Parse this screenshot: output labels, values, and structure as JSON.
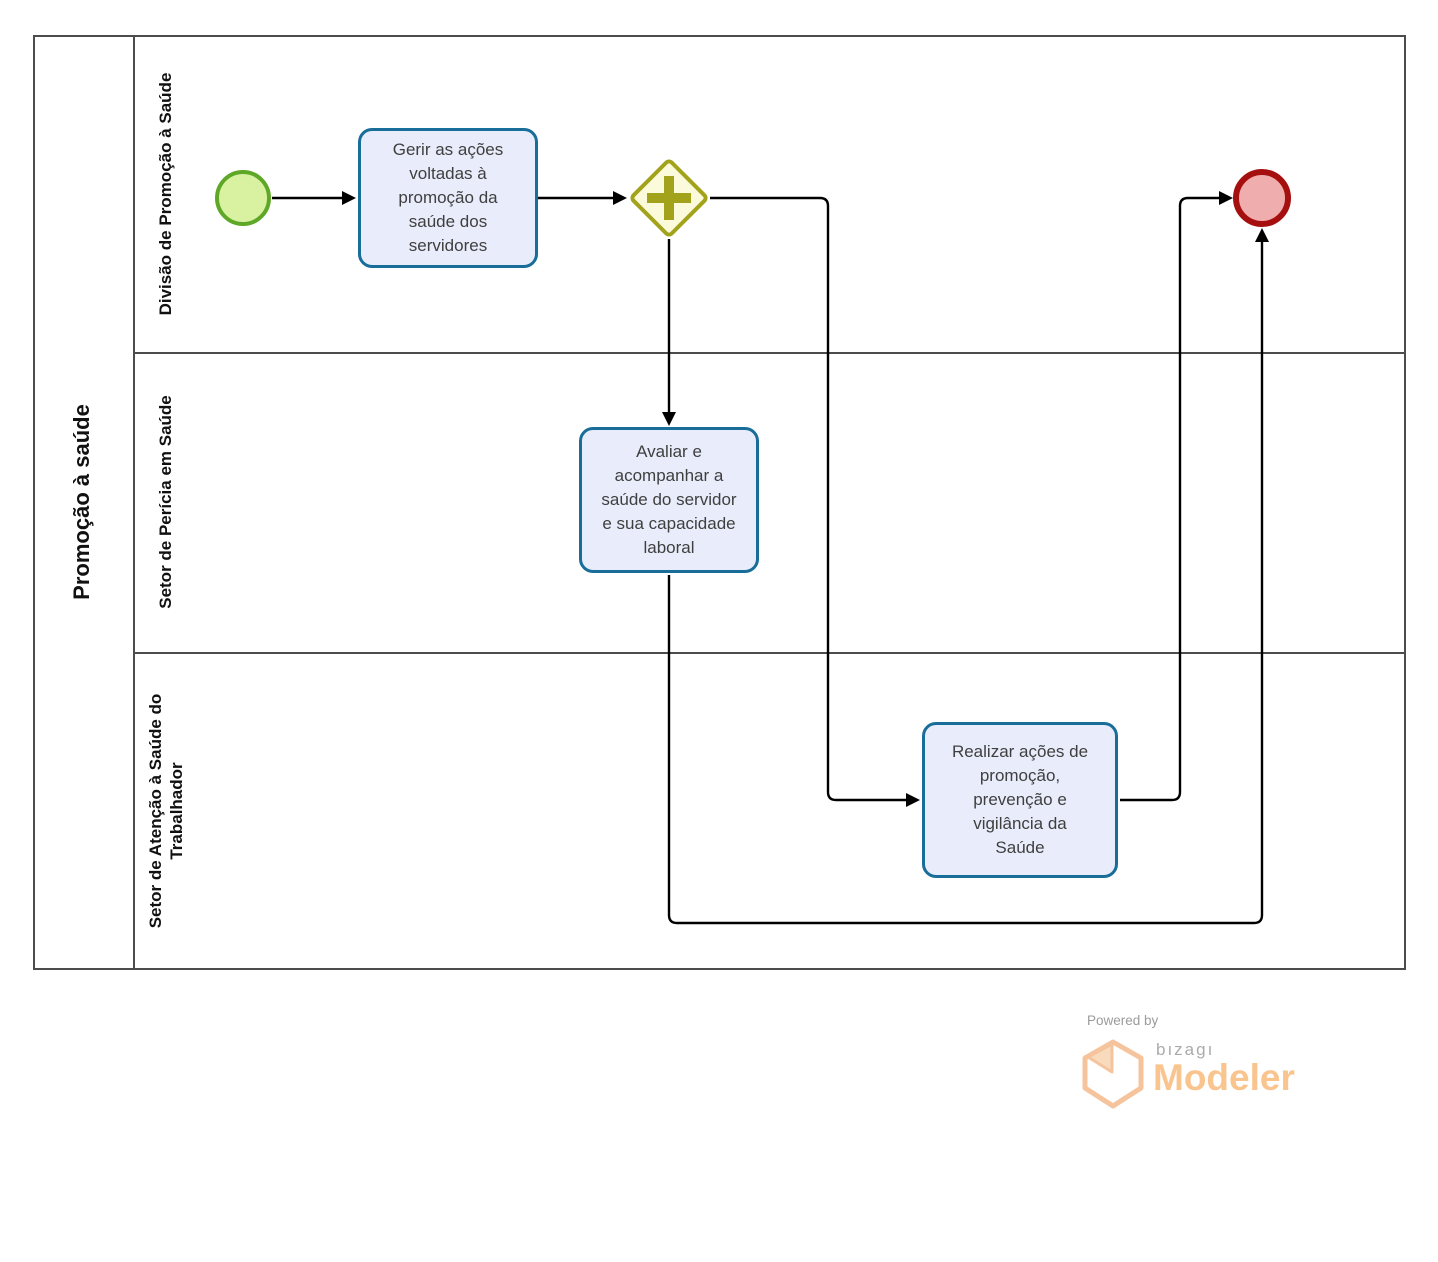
{
  "pool": {
    "title": "Promoção à saúde",
    "lanes": [
      {
        "label": "Divisão de Promoção à Saúde"
      },
      {
        "label": "Setor de Perícia em Saúde"
      },
      {
        "label": "Setor de Atenção à Saúde do\nTrabalhador"
      }
    ]
  },
  "nodes": {
    "start": {
      "type": "start-event",
      "lane": "Divisão de Promoção à Saúde"
    },
    "gerir": {
      "type": "task",
      "lane": "Divisão de Promoção à Saúde",
      "label": "Gerir as ações\nvoltadas à\npromoção da\nsaúde dos\nservidores"
    },
    "gateway": {
      "type": "parallel-gateway",
      "lane": "Divisão de Promoção à Saúde"
    },
    "avaliar": {
      "type": "task",
      "lane": "Setor de Perícia em Saúde",
      "label": "Avaliar e\nacompanhar a\nsaúde do servidor\ne sua capacidade\nlaboral"
    },
    "realizar": {
      "type": "task",
      "lane": "Setor de Atenção à Saúde do Trabalhador",
      "label": "Realizar ações de\npromoção,\nprevenção e\nvigilância da\nSaúde"
    },
    "end": {
      "type": "end-event",
      "lane": "Divisão de Promoção à Saúde"
    }
  },
  "flows": [
    {
      "from": "start",
      "to": "gerir"
    },
    {
      "from": "gerir",
      "to": "gateway"
    },
    {
      "from": "gateway",
      "to": "avaliar"
    },
    {
      "from": "gateway",
      "to": "realizar"
    },
    {
      "from": "avaliar",
      "to": "end"
    },
    {
      "from": "realizar",
      "to": "end"
    }
  ],
  "footer": {
    "powered_by": "Powered by",
    "brand": "bızagı",
    "product": "Modeler"
  },
  "colors": {
    "task_fill": "#e9edfb",
    "task_border": "#186e99",
    "start_fill": "#d9f2a2",
    "start_border": "#5fa827",
    "gateway_fill": "#fbfbdc",
    "gateway_border": "#a3a31b",
    "end_fill": "#f0adad",
    "end_border": "#a60f0f",
    "pool_border": "#4c4c4c",
    "connector": "#000000",
    "brand_orange": "#f9c48e",
    "brand_gray": "#ababab"
  }
}
